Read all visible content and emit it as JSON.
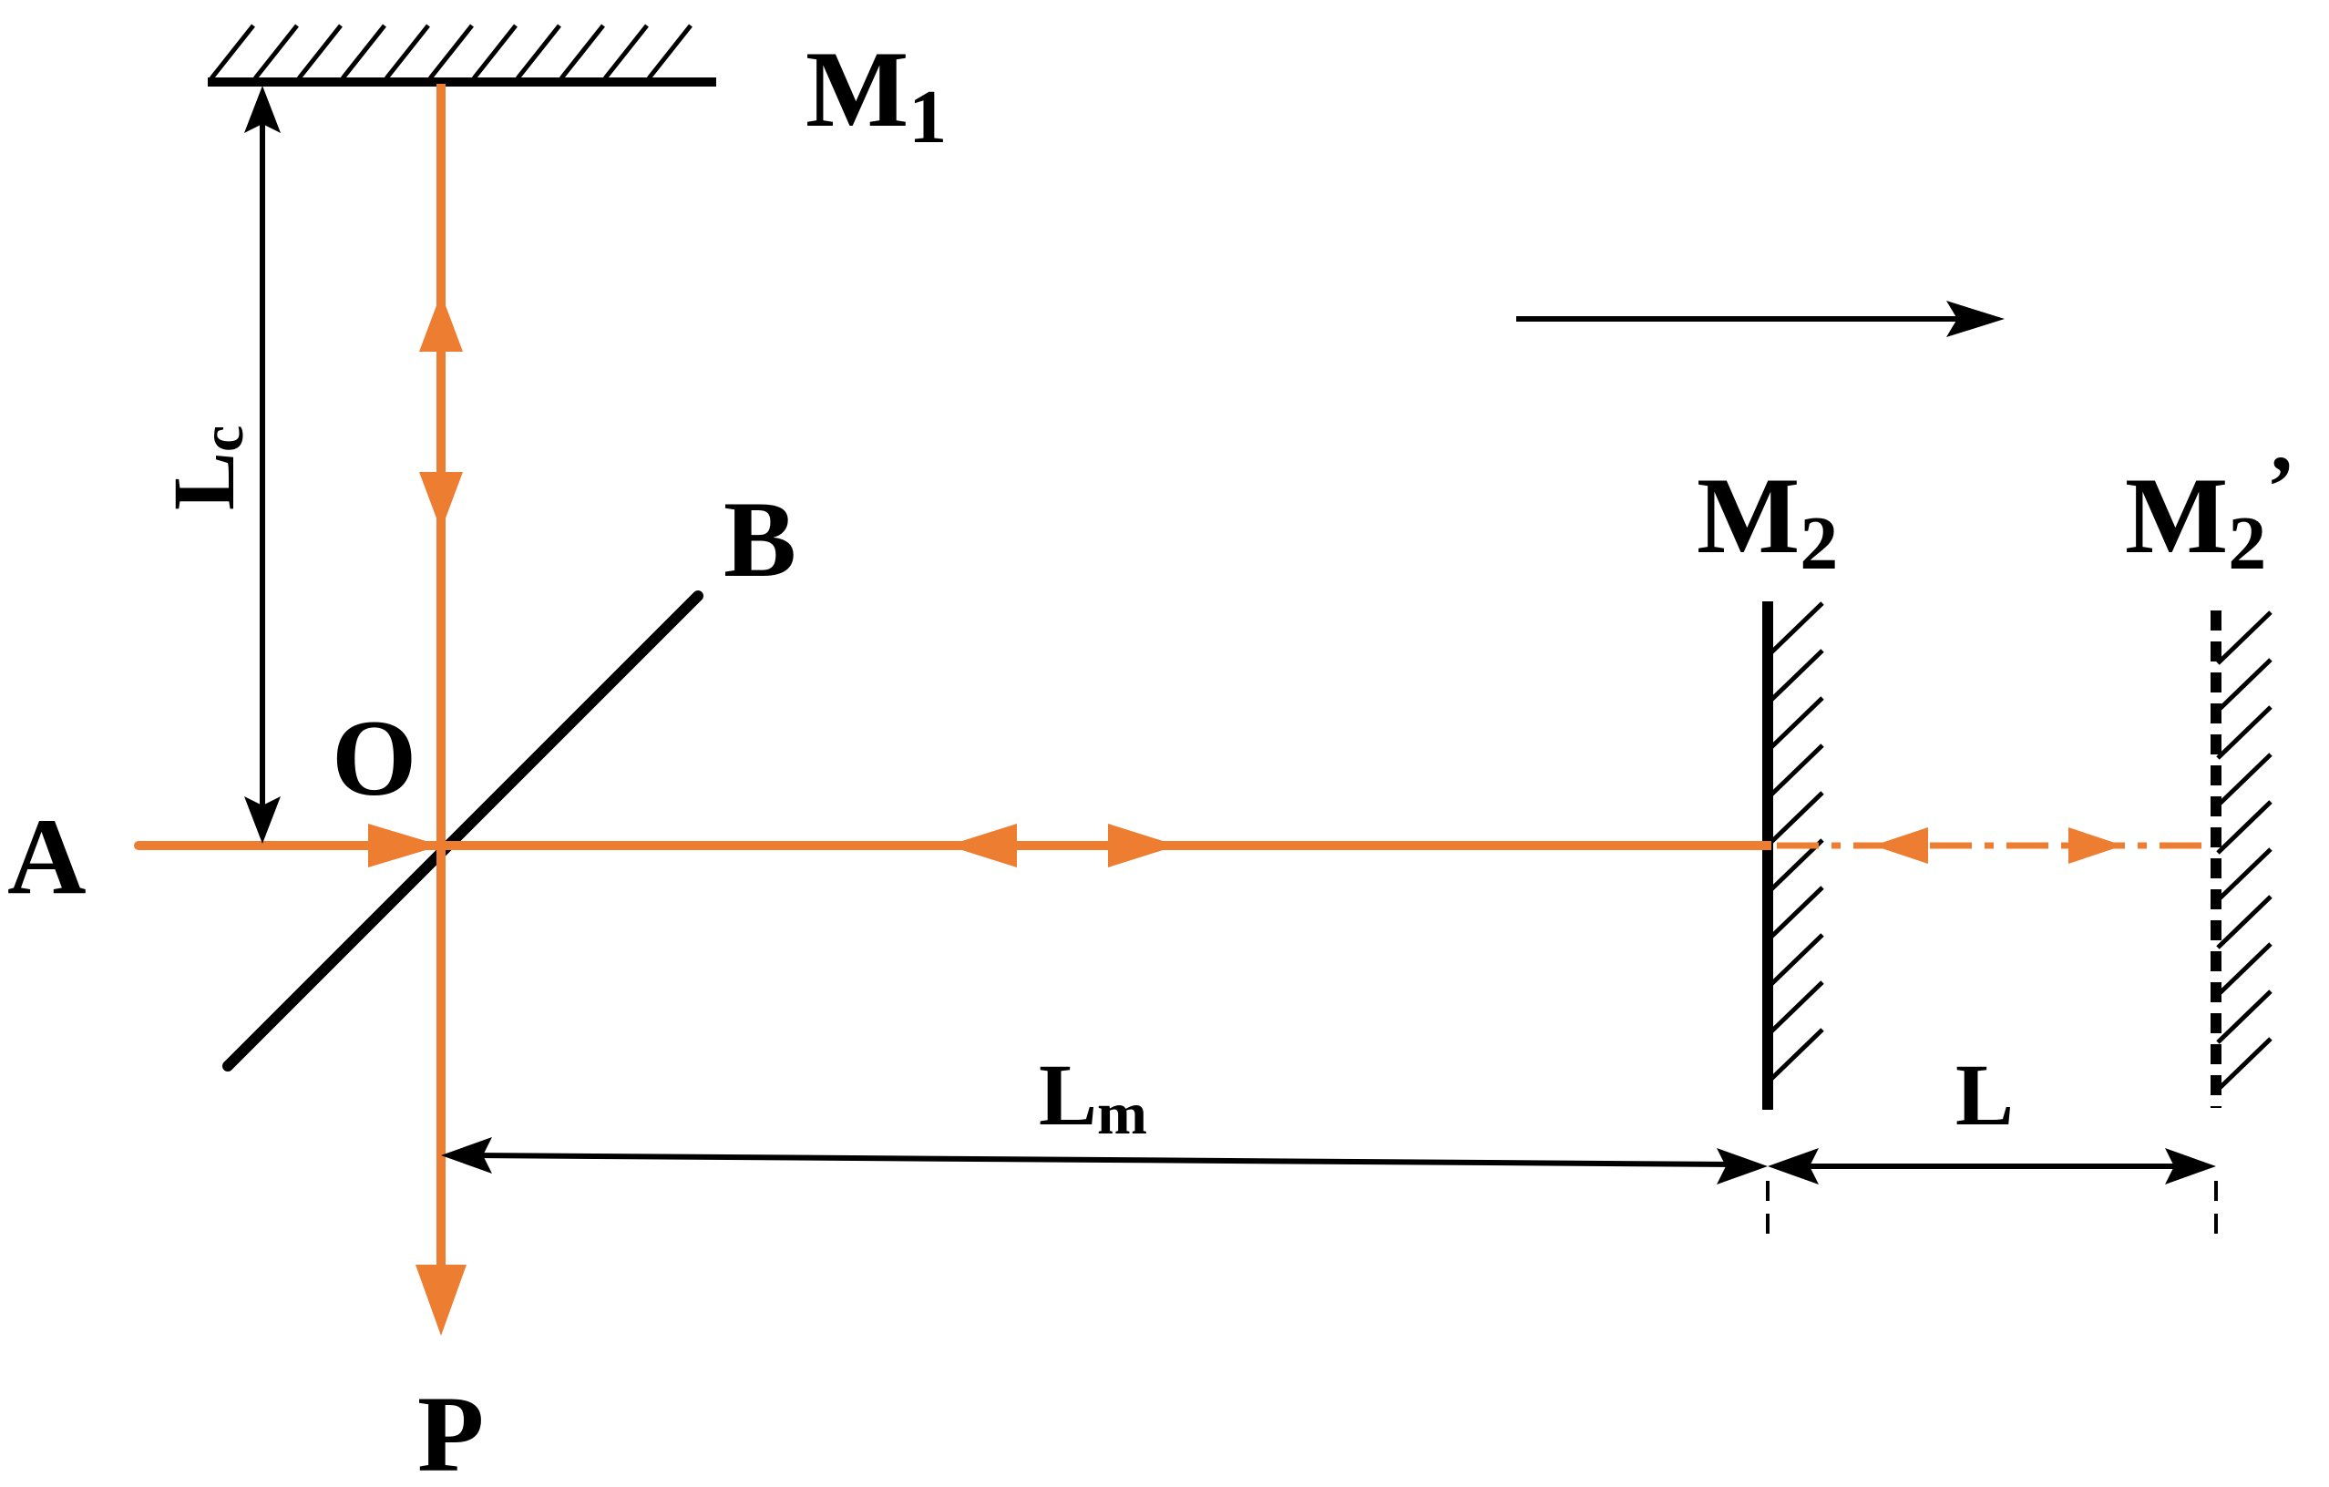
{
  "labels": {
    "m1": "M",
    "m1_sub": "1",
    "b": "B",
    "o": "O",
    "a": "A",
    "p": "P",
    "m2": "M",
    "m2_sub": "2",
    "m2p": "M",
    "m2p_sub": "2",
    "m2p_prime": "’",
    "lc": "L",
    "lc_sub": "c",
    "lm": "L",
    "lm_sub": "m",
    "l": "L"
  },
  "colors": {
    "beam": "#ED7D31",
    "ink": "#000000"
  }
}
